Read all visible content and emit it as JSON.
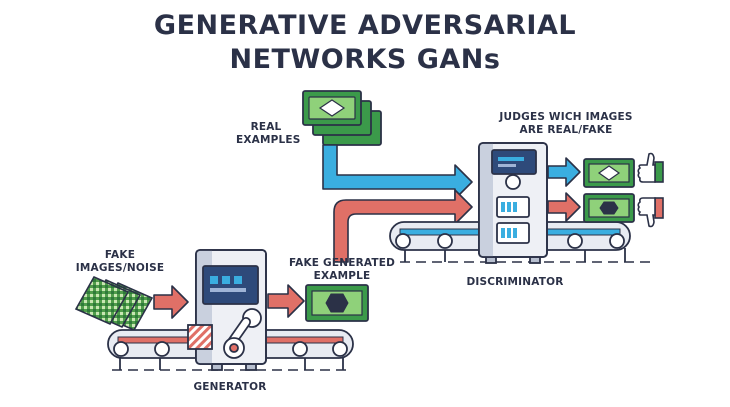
{
  "title": {
    "line1": "GENERATIVE ADVERSARIAL",
    "line2": "NETWORKS GANs"
  },
  "labels": {
    "real_examples_l1": "REAL",
    "real_examples_l2": "EXAMPLES",
    "judges_l1": "JUDGES WICH IMAGES",
    "judges_l2": "ARE REAL/FAKE",
    "fake_noise_l1": "FAKE",
    "fake_noise_l2": "IMAGES/NOISE",
    "fake_generated_l1": "FAKE GENERATED",
    "fake_generated_l2": "EXAMPLE",
    "discriminator": "DISCRIMINATOR",
    "generator": "GENERATOR"
  },
  "colors": {
    "outline": "#2b3147",
    "real_arrow": "#3aaee0",
    "fake_arrow": "#e07067",
    "money_green": "#3b9a4a",
    "machine_body": "#eef0f5",
    "screen_blue": "#2e4a7a"
  }
}
